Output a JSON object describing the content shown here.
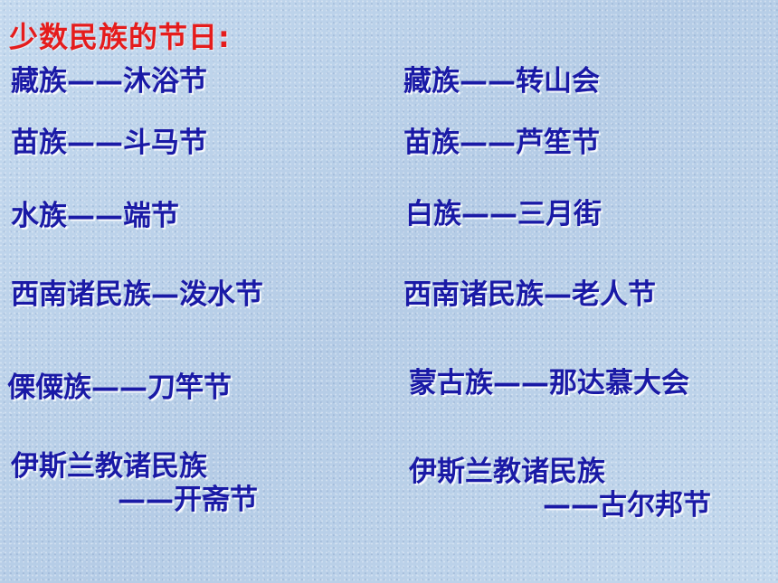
{
  "title": "少数民族的节日:",
  "left": [
    {
      "text": "藏族——沐浴节"
    },
    {
      "text": "苗族——斗马节"
    },
    {
      "text": "水族——端节"
    },
    {
      "text": "西南诸民族—泼水节"
    },
    {
      "text": "傈僳族——刀竿节"
    },
    {
      "line1": "伊斯兰教诸民族",
      "line2": "——开斋节"
    }
  ],
  "right": [
    {
      "text": "藏族——转山会"
    },
    {
      "text": "苗族——芦笙节"
    },
    {
      "text": "白族——三月街"
    },
    {
      "text": "西南诸民族—老人节"
    },
    {
      "text": "蒙古族——那达慕大会"
    },
    {
      "line1": "伊斯兰教诸民族",
      "line2": "——古尔邦节"
    }
  ],
  "colors": {
    "title": "#e51c1c",
    "text": "#1a1aa6",
    "background": "#bcd3ea"
  }
}
